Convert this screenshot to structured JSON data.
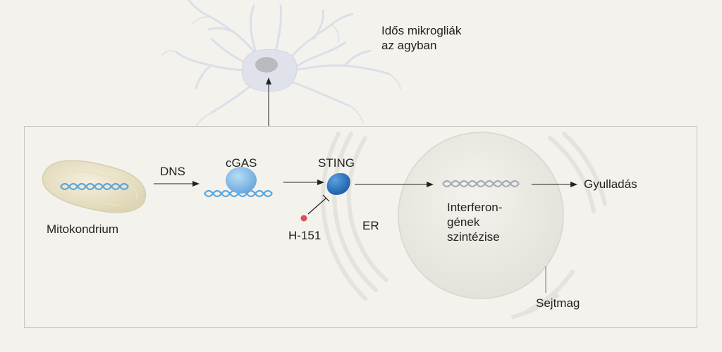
{
  "microglia_label": [
    "Idős mikrogliák",
    "az agyban"
  ],
  "labels": {
    "mitochondrion": "Mitokondrium",
    "dna": "DNS",
    "cgas": "cGAS",
    "sting": "STING",
    "inhibitor": "H-151",
    "er": "ER",
    "interferon": [
      "Interferon-",
      "gének",
      "szintézise"
    ],
    "inflammation": "Gyulladás",
    "nucleus": "Sejtmag"
  },
  "colors": {
    "background": "#f4f2ed",
    "microglia": "#dfe2eb",
    "mitochondrion": "#e9e2c8",
    "dna": "#5aa6dc",
    "cgas": "#8cc2ec",
    "sting": "#2f78c2",
    "inhibitor": "#d9505e",
    "nucleus": "#ecebe5",
    "arrow": "#222222"
  }
}
